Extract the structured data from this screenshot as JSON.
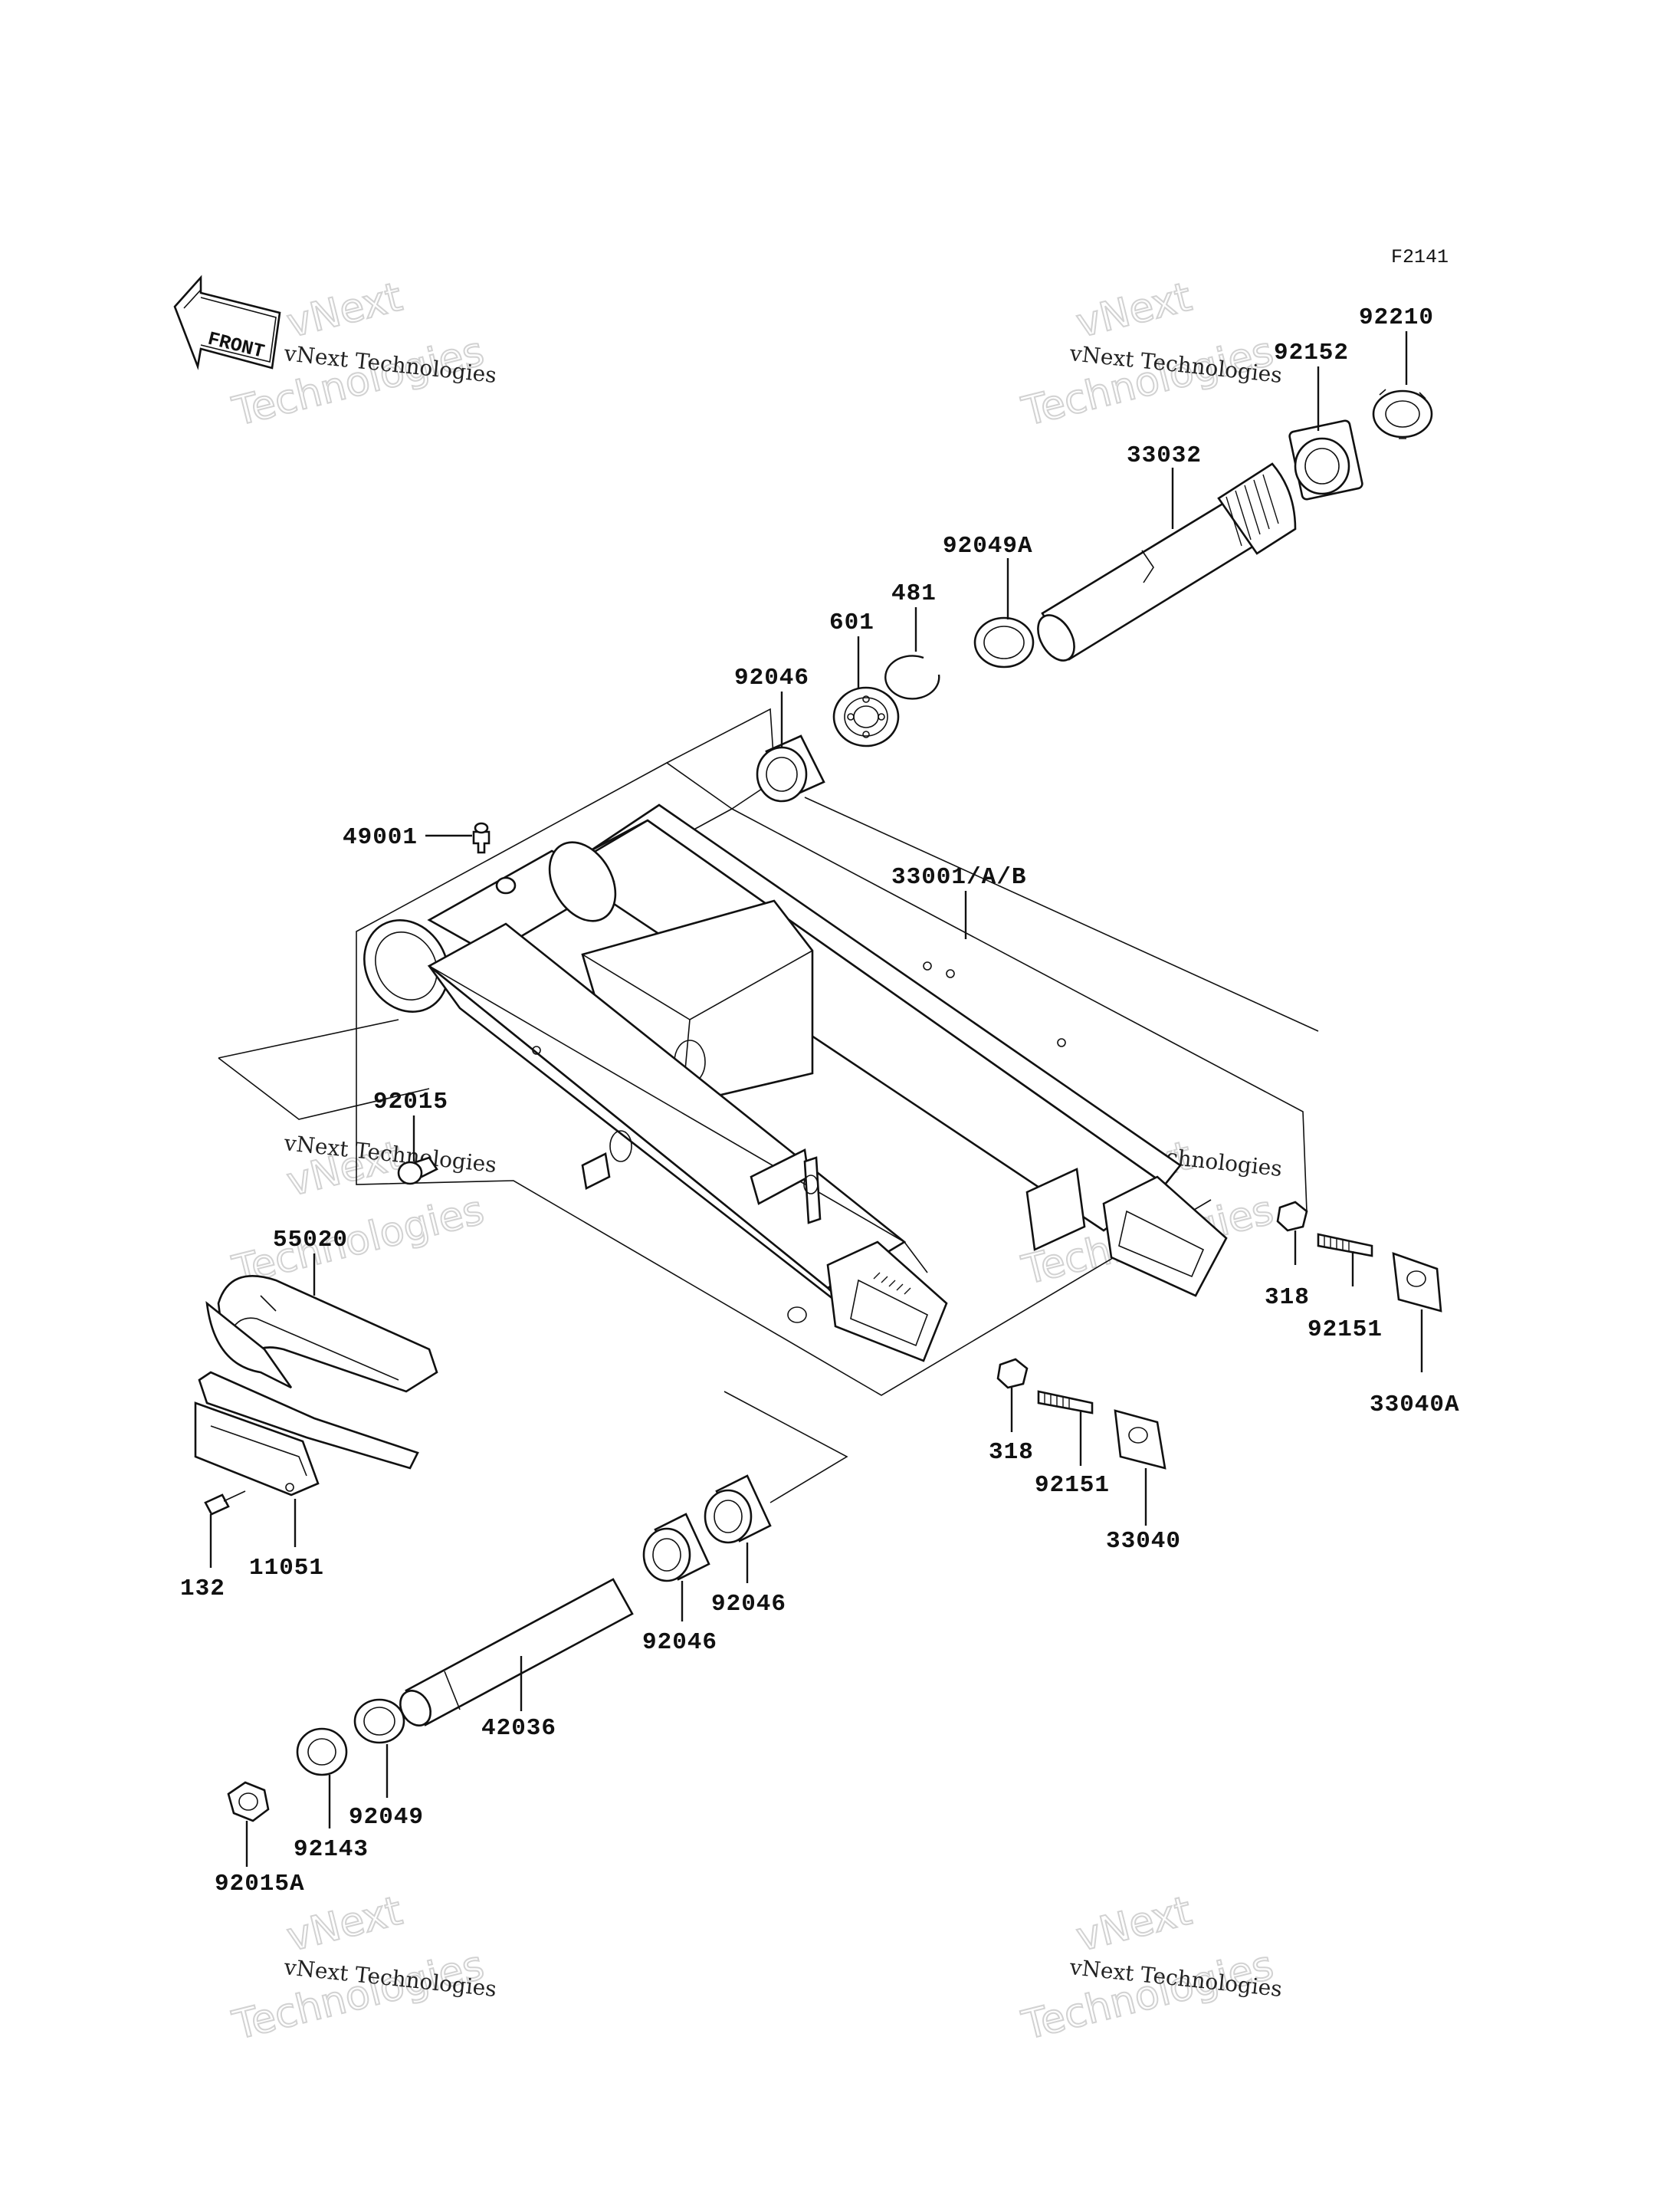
{
  "figure_id": "F2141",
  "front_label": "FRONT",
  "watermarks": [
    {
      "small": "vNext Technologies",
      "line1": "vNext",
      "line2": "Technologies"
    },
    {
      "small": "vNext Technologies",
      "line1": "vNext",
      "line2": "Technologies"
    },
    {
      "small": "vNext Technologies",
      "line1": "vNext",
      "line2": "Technologies"
    },
    {
      "small": "vNext Technologies",
      "line1": "vNext",
      "line2": "Technologies"
    },
    {
      "small": "vNext Technologies",
      "line1": "vNext",
      "line2": "Technologies"
    },
    {
      "small": "vNext Technologies",
      "line1": "vNext",
      "line2": "Technologies"
    }
  ],
  "parts": {
    "p92210": "92210",
    "p92152": "92152",
    "p33032": "33032",
    "p92049A": "92049A",
    "p481": "481",
    "p601": "601",
    "p92046_top": "92046",
    "p49001": "49001",
    "p33001": "33001/A/B",
    "p92015": "92015",
    "p55020": "55020",
    "p318_right": "318",
    "p92151_right": "92151",
    "p33040A": "33040A",
    "p318_mid": "318",
    "p92151_mid": "92151",
    "p33040": "33040",
    "p132": "132",
    "p11051": "11051",
    "p92046_mid": "92046",
    "p92046_low": "92046",
    "p42036": "42036",
    "p92049": "92049",
    "p92143": "92143",
    "p92015A": "92015A"
  }
}
